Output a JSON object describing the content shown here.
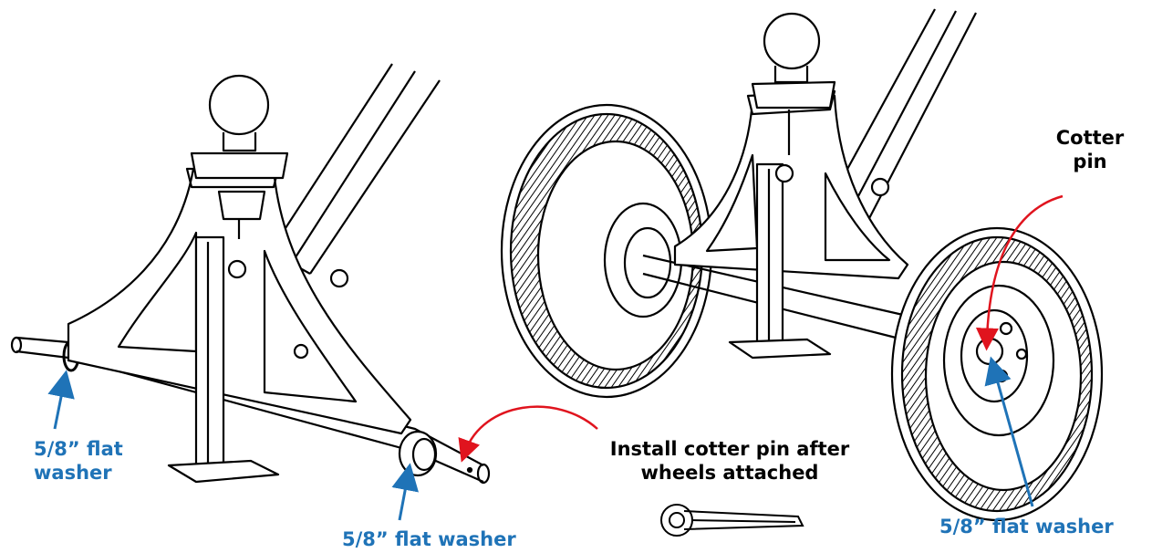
{
  "colors": {
    "callout_blue": "#1f73b7",
    "arrow_red": "#e0141e",
    "line": "#000000"
  },
  "labels": {
    "washer_left_line1": "5/8” flat",
    "washer_left_line2": "washer",
    "washer_mid": "5/8” flat washer",
    "washer_right": "5/8” flat washer",
    "cotter_line1": "Cotter",
    "cotter_line2": "pin",
    "install_line1": "Install cotter pin after",
    "install_line2": "wheels attached"
  }
}
